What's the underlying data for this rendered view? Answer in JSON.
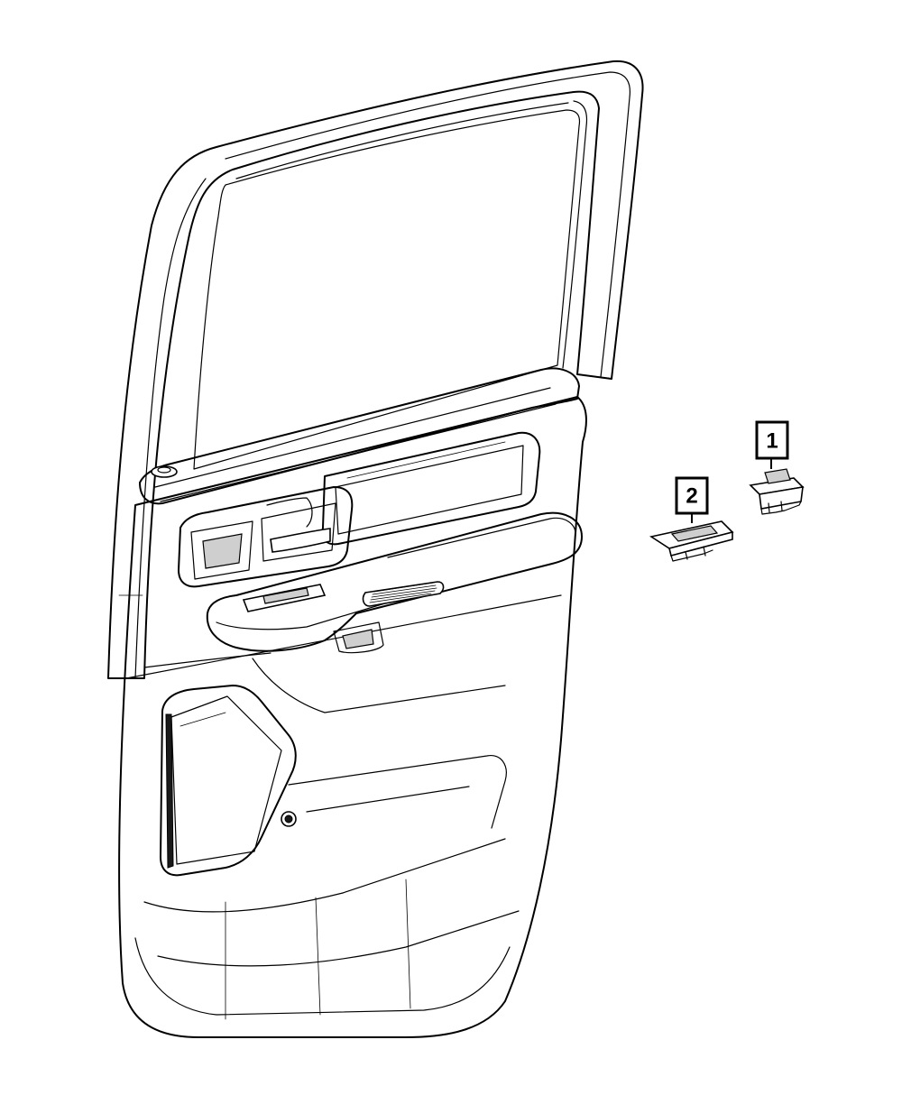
{
  "callouts": [
    {
      "id": "1",
      "label": "1"
    },
    {
      "id": "2",
      "label": "2"
    }
  ],
  "parts": [
    {
      "callout": "1",
      "icon": "window-switch-icon"
    },
    {
      "callout": "2",
      "icon": "switch-bezel-icon"
    }
  ],
  "colors": {
    "line": "#000000",
    "background": "#ffffff"
  }
}
